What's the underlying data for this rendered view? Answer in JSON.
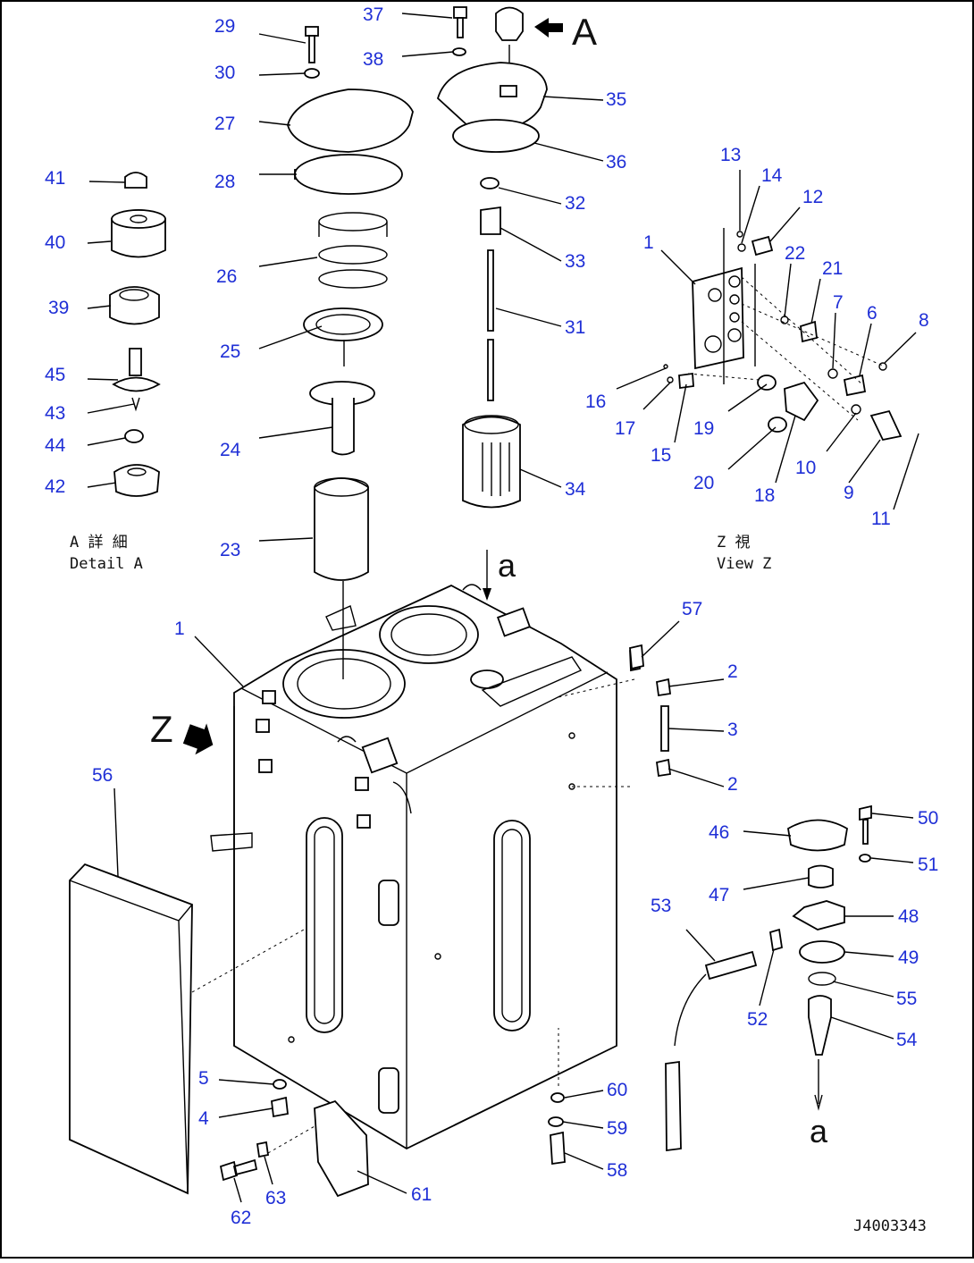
{
  "callouts": [
    "1",
    "1",
    "2",
    "2",
    "3",
    "4",
    "5",
    "6",
    "7",
    "8",
    "9",
    "10",
    "11",
    "12",
    "13",
    "14",
    "15",
    "16",
    "17",
    "18",
    "19",
    "20",
    "21",
    "22",
    "23",
    "24",
    "25",
    "26",
    "27",
    "28",
    "29",
    "30",
    "31",
    "32",
    "33",
    "34",
    "35",
    "36",
    "37",
    "38",
    "39",
    "40",
    "41",
    "42",
    "43",
    "44",
    "45",
    "46",
    "47",
    "48",
    "49",
    "50",
    "51",
    "52",
    "53",
    "54",
    "55",
    "56",
    "57",
    "58",
    "59",
    "60",
    "61",
    "62",
    "63"
  ],
  "labels": {
    "detail_a_jp": "A 詳 細",
    "detail_a_en": "Detail A",
    "view_z_jp": "Z 視",
    "view_z_en": "View Z",
    "marker_A": "A",
    "marker_Z": "Z",
    "marker_a_top": "a",
    "marker_a_bottom": "a",
    "drawing_id": "J4003343"
  },
  "colors": {
    "callout": "#1f2fd6",
    "line": "#000000"
  }
}
